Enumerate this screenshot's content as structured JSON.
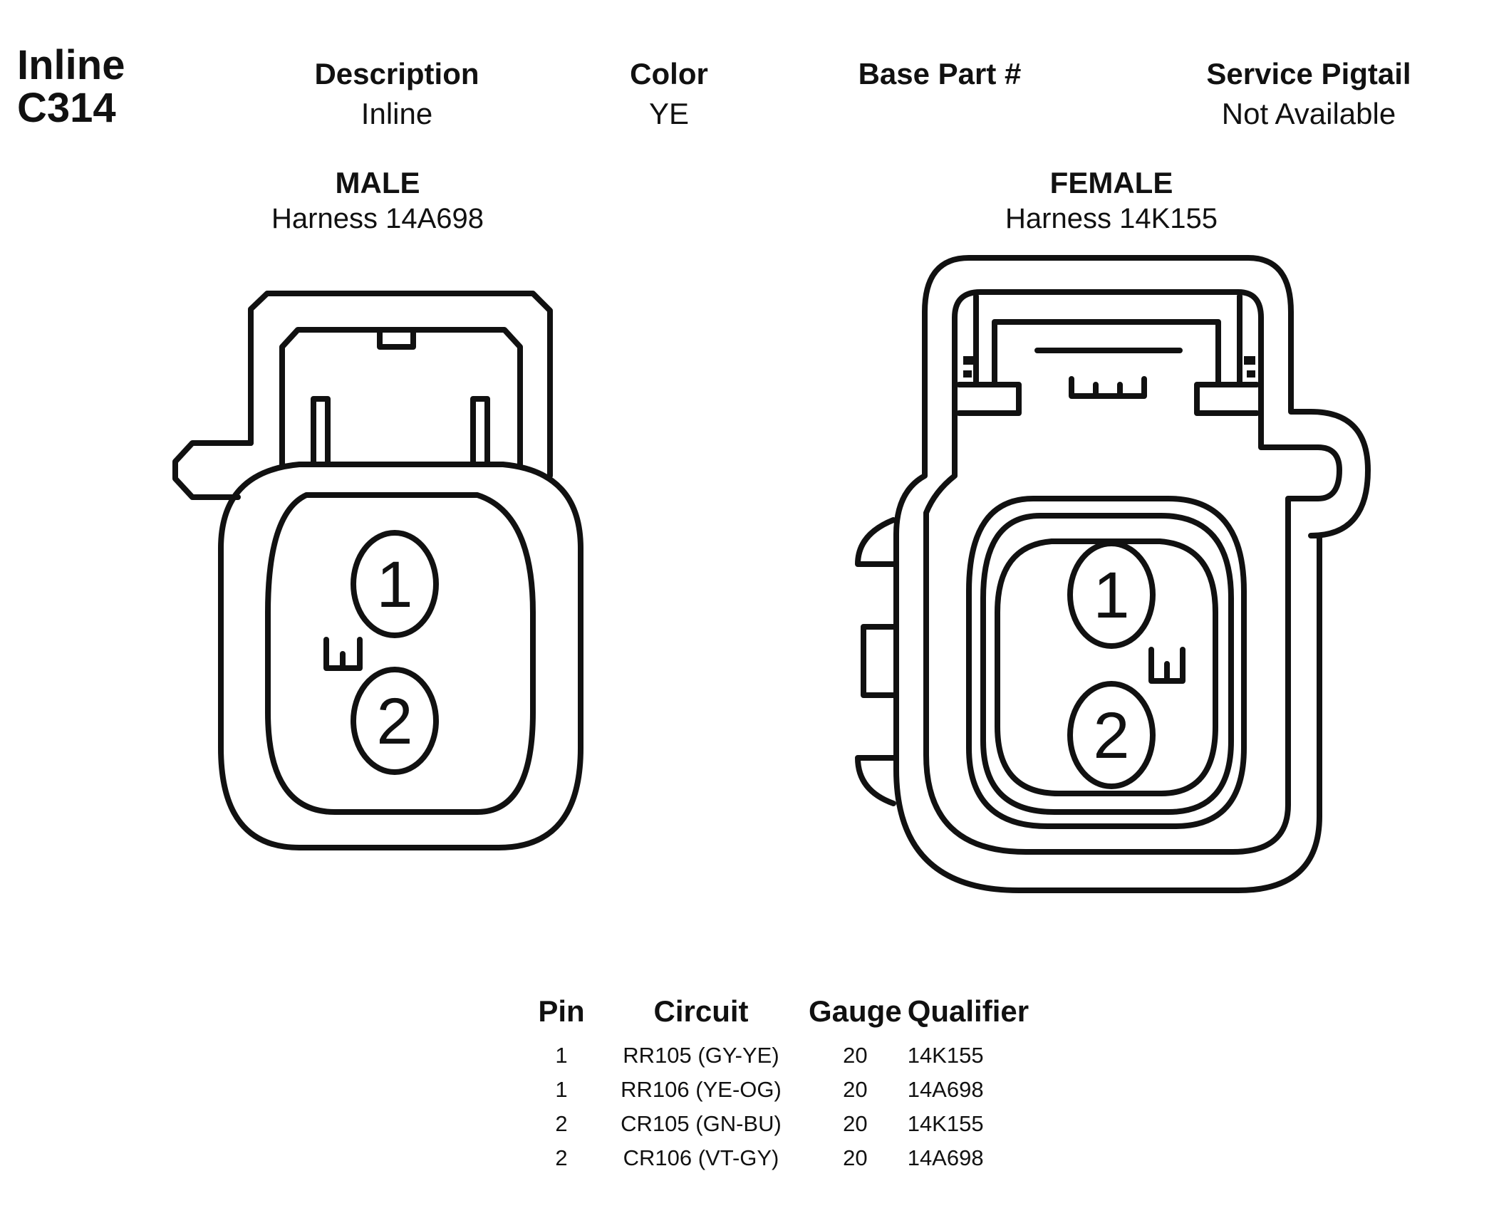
{
  "connector": {
    "line1": "Inline",
    "line2": "C314"
  },
  "info": [
    {
      "header": "Description",
      "value": "Inline"
    },
    {
      "header": "Color",
      "value": "YE"
    },
    {
      "header": "Base Part #",
      "value": ""
    },
    {
      "header": "Service Pigtail",
      "value": "Not Available"
    }
  ],
  "male": {
    "label": "MALE",
    "harness": "Harness  14A698"
  },
  "female": {
    "label": "FEMALE",
    "harness": "Harness  14K155"
  },
  "pin_labels": {
    "one": "1",
    "two": "2"
  },
  "pin_table": {
    "headers": {
      "pin": "Pin",
      "circuit": "Circuit",
      "gauge": "Gauge",
      "qualifier": "Qualifier"
    },
    "rows": [
      {
        "pin": "1",
        "circuit": "RR105 (GY-YE)",
        "gauge": "20",
        "qualifier": "14K155"
      },
      {
        "pin": "1",
        "circuit": "RR106 (YE-OG)",
        "gauge": "20",
        "qualifier": "14A698"
      },
      {
        "pin": "2",
        "circuit": "CR105 (GN-BU)",
        "gauge": "20",
        "qualifier": "14K155"
      },
      {
        "pin": "2",
        "circuit": "CR106 (VT-GY)",
        "gauge": "20",
        "qualifier": "14A698"
      }
    ]
  }
}
